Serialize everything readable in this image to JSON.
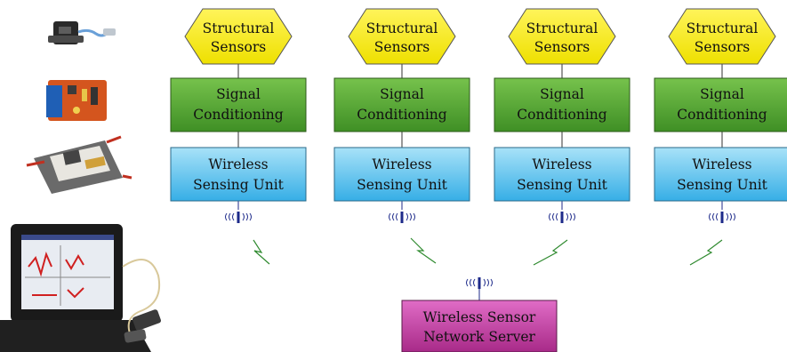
{
  "columns": [
    {
      "sensor": [
        "Structural",
        "Sensors"
      ],
      "conditioning": [
        "Signal",
        "Conditioning"
      ],
      "unit": [
        "Wireless",
        "Sensing Unit"
      ]
    },
    {
      "sensor": [
        "Structural",
        "Sensors"
      ],
      "conditioning": [
        "Signal",
        "Conditioning"
      ],
      "unit": [
        "Wireless",
        "Sensing Unit"
      ]
    },
    {
      "sensor": [
        "Structural",
        "Sensors"
      ],
      "conditioning": [
        "Signal",
        "Conditioning"
      ],
      "unit": [
        "Wireless",
        "Sensing Unit"
      ]
    },
    {
      "sensor": [
        "Structural",
        "Sensors"
      ],
      "conditioning": [
        "Signal",
        "Conditioning"
      ],
      "unit": [
        "Wireless",
        "Sensing Unit"
      ]
    }
  ],
  "server": [
    "Wireless Sensor",
    "Network Server"
  ],
  "photos": [
    "accelerometer-photo",
    "signal-board-photo",
    "wireless-unit-photo",
    "laptop-server-photo"
  ],
  "colors": {
    "sensor_fill": "#f7ec0a",
    "conditioning_fill": "#5aa83a",
    "unit_fill": "#5fc4ee",
    "server_fill": "#c23ca0",
    "antenna": "#1d2a8a",
    "link": "#2f8a2f"
  }
}
